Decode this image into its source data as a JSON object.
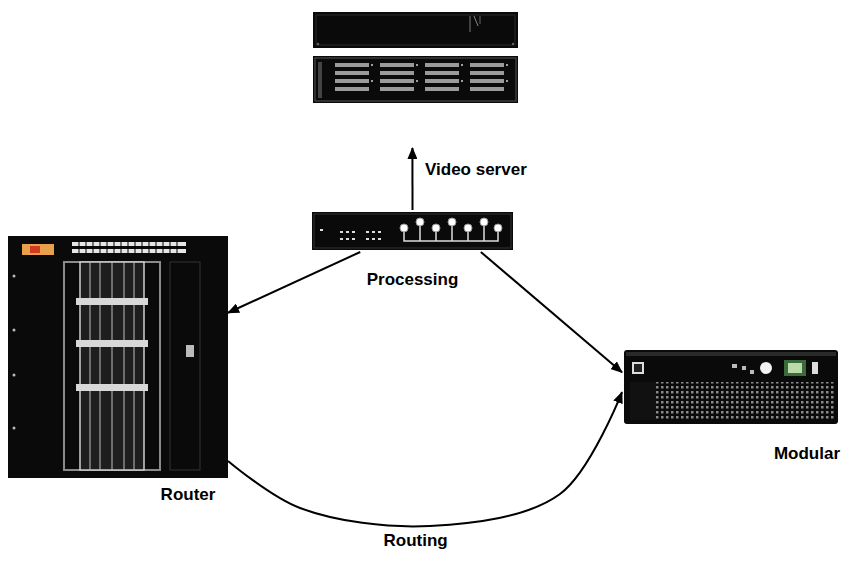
{
  "diagram": {
    "nodes": [
      {
        "text": [
          "Video server"
        ]
      },
      {
        "text": [
          "Processing"
        ]
      },
      {
        "text": [
          "Router"
        ]
      },
      {
        "text": [
          "Modular"
        ]
      }
    ],
    "edges": [
      {
        "from": 1,
        "to": 0,
        "arrow": "to"
      },
      {
        "from": 1,
        "to": 2,
        "arrow": "to"
      },
      {
        "from": 1,
        "to": 3,
        "arrow": "to"
      },
      {
        "from": 2,
        "to": 3,
        "label": "Routing",
        "arrow": "to"
      }
    ]
  }
}
